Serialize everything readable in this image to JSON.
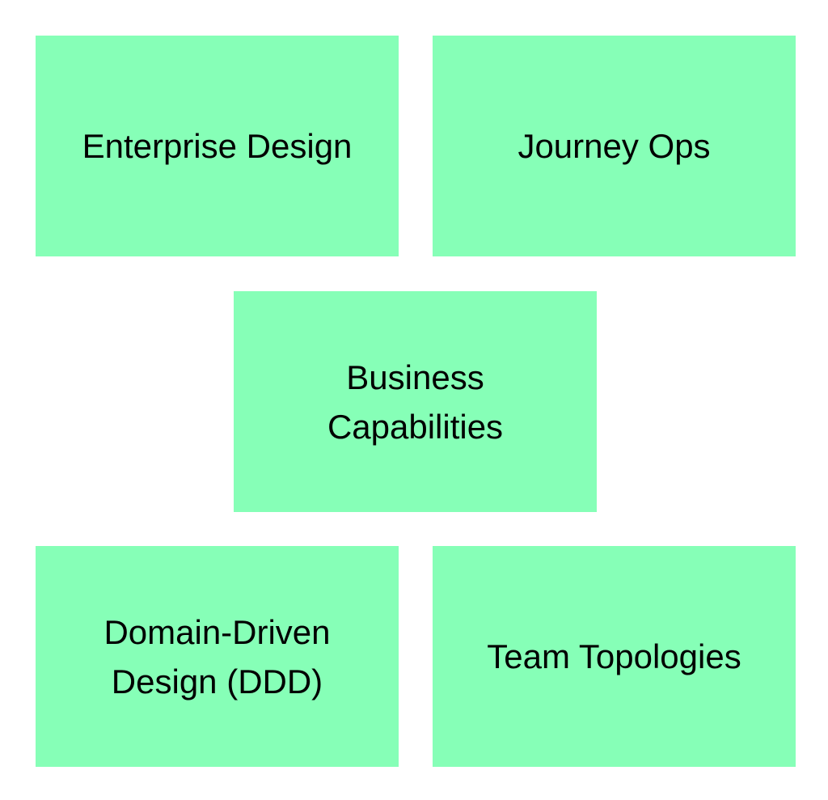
{
  "diagram": {
    "box_color": "#86ffb7",
    "text_color": "#000000",
    "boxes": [
      {
        "id": "enterprise-design",
        "label": "Enterprise Design"
      },
      {
        "id": "journey-ops",
        "label": "Journey Ops"
      },
      {
        "id": "business-capabilities",
        "label": "Business\nCapabilities"
      },
      {
        "id": "domain-driven-design",
        "label": "Domain-Driven\nDesign (DDD)"
      },
      {
        "id": "team-topologies",
        "label": "Team Topologies"
      }
    ]
  }
}
